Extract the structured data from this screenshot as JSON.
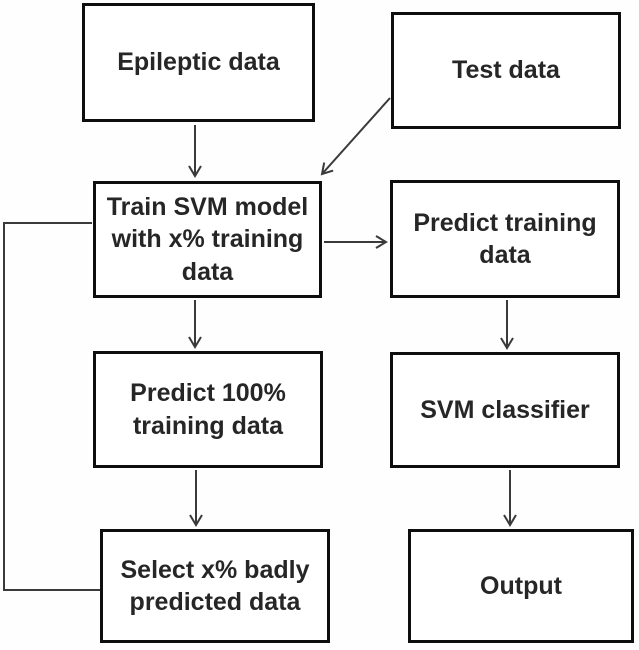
{
  "diagram": {
    "nodes": [
      {
        "id": "epileptic-data",
        "label": "Epileptic data"
      },
      {
        "id": "test-data",
        "label": "Test data"
      },
      {
        "id": "train-svm",
        "label": "Train SVM model\nwith x% training\ndata"
      },
      {
        "id": "predict-training",
        "label": "Predict training\ndata"
      },
      {
        "id": "predict-100",
        "label": "Predict  100%\ntraining data"
      },
      {
        "id": "svm-classifier",
        "label": "SVM classifier"
      },
      {
        "id": "select-badly",
        "label": "Select x% badly\npredicted data"
      },
      {
        "id": "output",
        "label": "Output"
      }
    ],
    "edges": [
      {
        "from": "epileptic-data",
        "to": "train-svm",
        "arrow": true
      },
      {
        "from": "test-data",
        "to": "train-svm",
        "arrow": true
      },
      {
        "from": "train-svm",
        "to": "predict-training",
        "arrow": true
      },
      {
        "from": "train-svm",
        "to": "predict-100",
        "arrow": true
      },
      {
        "from": "predict-training",
        "to": "svm-classifier",
        "arrow": true
      },
      {
        "from": "predict-100",
        "to": "select-badly",
        "arrow": true
      },
      {
        "from": "svm-classifier",
        "to": "output",
        "arrow": true
      },
      {
        "from": "select-badly",
        "to": "train-svm",
        "arrow": false
      }
    ],
    "colors": {
      "background": "#ffffff",
      "box_border": "#0e0e0e",
      "box_fill": "#ffffff",
      "text": "#262626",
      "line": "#3a3a3a"
    }
  }
}
